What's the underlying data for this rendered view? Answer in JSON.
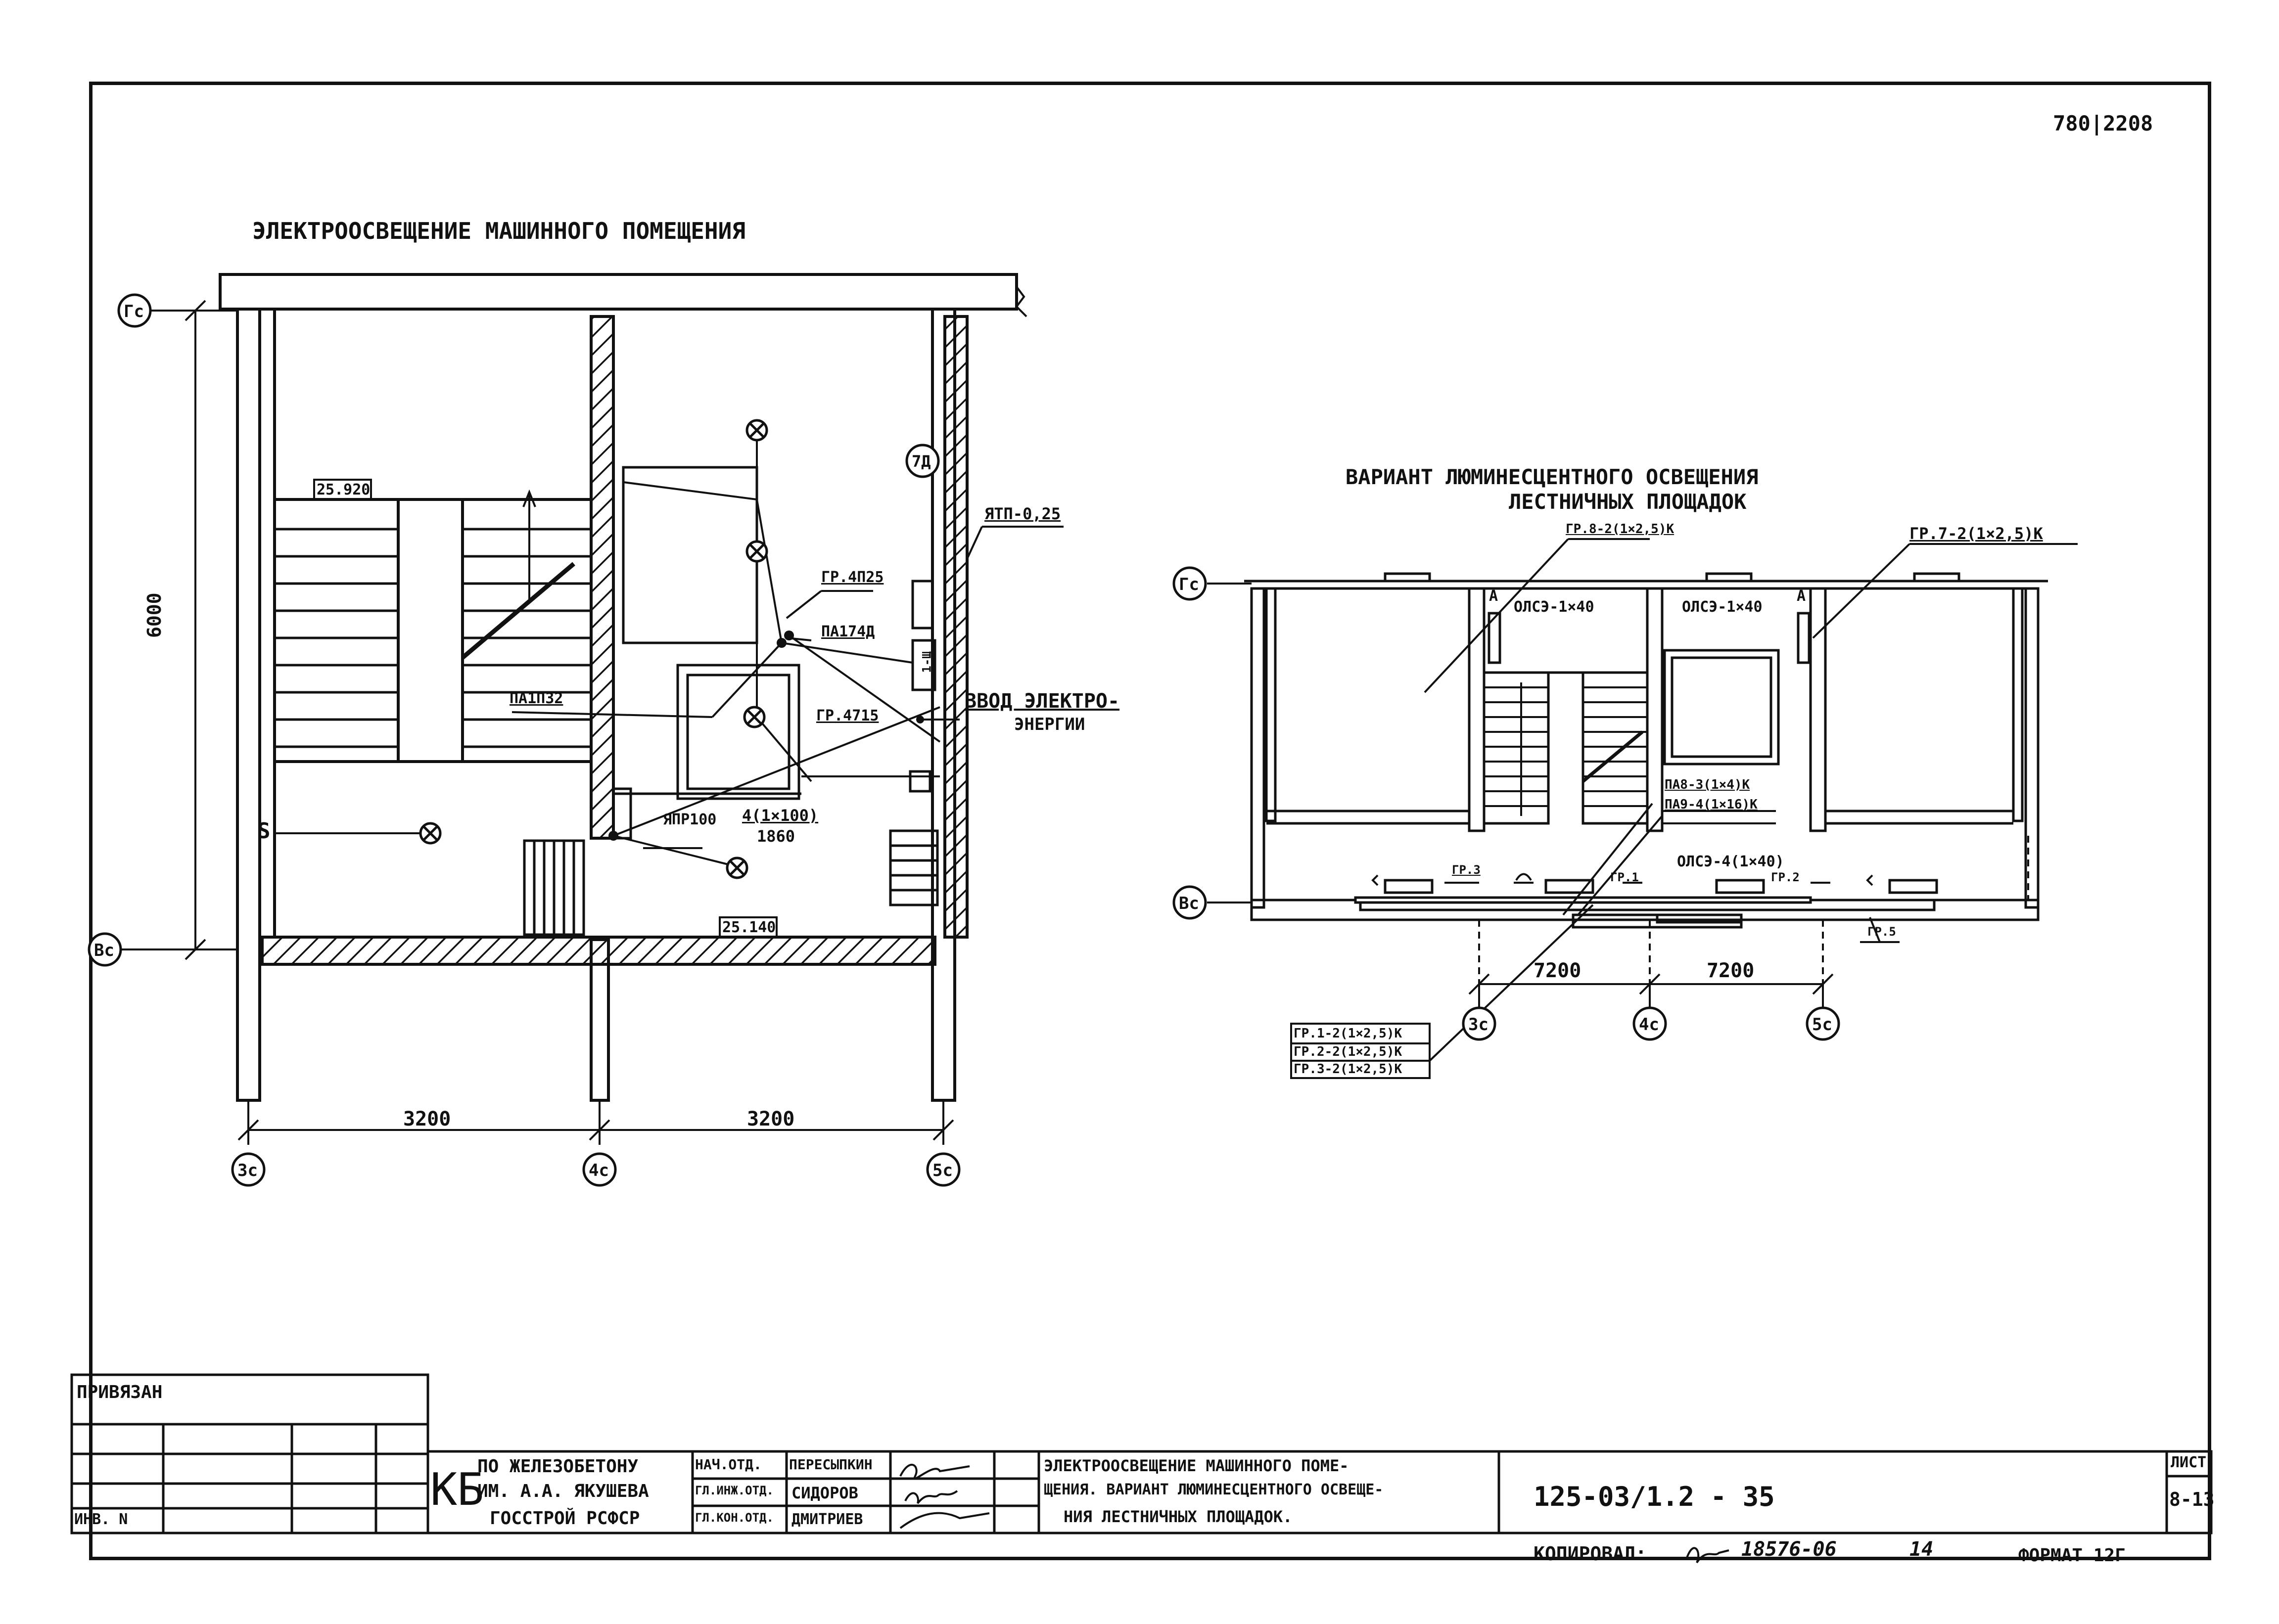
{
  "sheet_code": "780|2208",
  "left_plan": {
    "title": "ЭЛЕКТРООСВЕЩЕНИЕ   МАШИННОГО  ПОМЕЩЕНИЯ",
    "axes": {
      "g": "Гс",
      "v": "Вс",
      "c3": "3с",
      "c4": "4с",
      "c5": "5с",
      "d7": "7Д"
    },
    "dimension_vertical": "6000",
    "dimension_left": "3200",
    "dimension_right": "3200",
    "level_top": "25.920",
    "level_bottom": "25.140",
    "labels": {
      "yatp": "ЯТП-0,25",
      "gr4p25": "ГР.4П25",
      "pa174d": "ПА174Д",
      "pa1p32": "ПА1П32",
      "gr4715": "ГР.4715",
      "app100": "ЯПР100",
      "cable_top": "4(1×100)",
      "cable_bottom": "1860",
      "input_1": "ВВОД  ЭЛЕКТРО-",
      "input_2": "ЭНЕРГИИ",
      "switch_s": "S",
      "shield": "1-Щ"
    }
  },
  "right_plan": {
    "title_1": "ВАРИАНТ   ЛЮМИНЕСЦЕНТНОГО   ОСВЕЩЕНИЯ",
    "title_2": "ЛЕСТНИЧНЫХ   ПЛОЩАДОК",
    "axes": {
      "g": "Гс",
      "v": "Вс",
      "c3": "3с",
      "c4": "4с",
      "c5": "5с"
    },
    "dimension_left": "7200",
    "dimension_right": "7200",
    "labels": {
      "gr8": "ГР.8-2(1×2,5)К",
      "gr7": "ГР.7-2(1×2,5)К",
      "olsh_left": "ОЛСЭ-1×40",
      "olsh_right": "ОЛСЭ-1×40",
      "mark_a_left": "А",
      "mark_a_right": "А",
      "pa8": "ПА8-3(1×4)К",
      "pa9": "ПА9-4(1×16)К",
      "olsh4": "ОЛСЭ-4(1×40)",
      "gr1": "ГР.1-2(1×2,5)К",
      "gr2": "ГР.2-2(1×2,5)К",
      "gr3": "ГР.3-2(1×2,5)К",
      "tag_gr3": "ГР.3",
      "tag_gr1": "ГР.1",
      "tag_gr2": "ГР.2",
      "tag_gr5": "ГР.5"
    }
  },
  "title_block": {
    "attached": "ПРИВЯЗАН",
    "inv": "ИНВ. N",
    "org_logo": "КБ",
    "org_1": "ПО  ЖЕЛЕЗОБЕТОНУ",
    "org_2": "ИМ. А.А. ЯКУШЕВА",
    "org_3": "ГОССТРОЙ  РСФСР",
    "roles": [
      "НАЧ.ОТД.",
      "ГЛ.ИНЖ.ОТД.",
      "ГЛ.КОН.ОТД."
    ],
    "names": [
      "ПЕРЕСЫПКИН",
      "СИДОРОВ",
      "ДМИТРИЕВ"
    ],
    "description_1": "ЭЛЕКТРООСВЕЩЕНИЕ  МАШИННОГО  ПОМЕ-",
    "description_2": "ЩЕНИЯ. ВАРИАНТ ЛЮМИНЕСЦЕНТНОГО ОСВЕЩЕ-",
    "description_3": "НИЯ  ЛЕСТНИЧНЫХ  ПЛОЩАДОК.",
    "drawing_code": "125-03/1.2  -  35",
    "sheet_label": "ЛИСТ",
    "sheet_number": "8-13"
  },
  "footer": {
    "copied": "КОПИРОВАЛ:",
    "copy_number": "18576-06",
    "copy_index": "14",
    "format": "ФОРМАТ  12Г"
  }
}
